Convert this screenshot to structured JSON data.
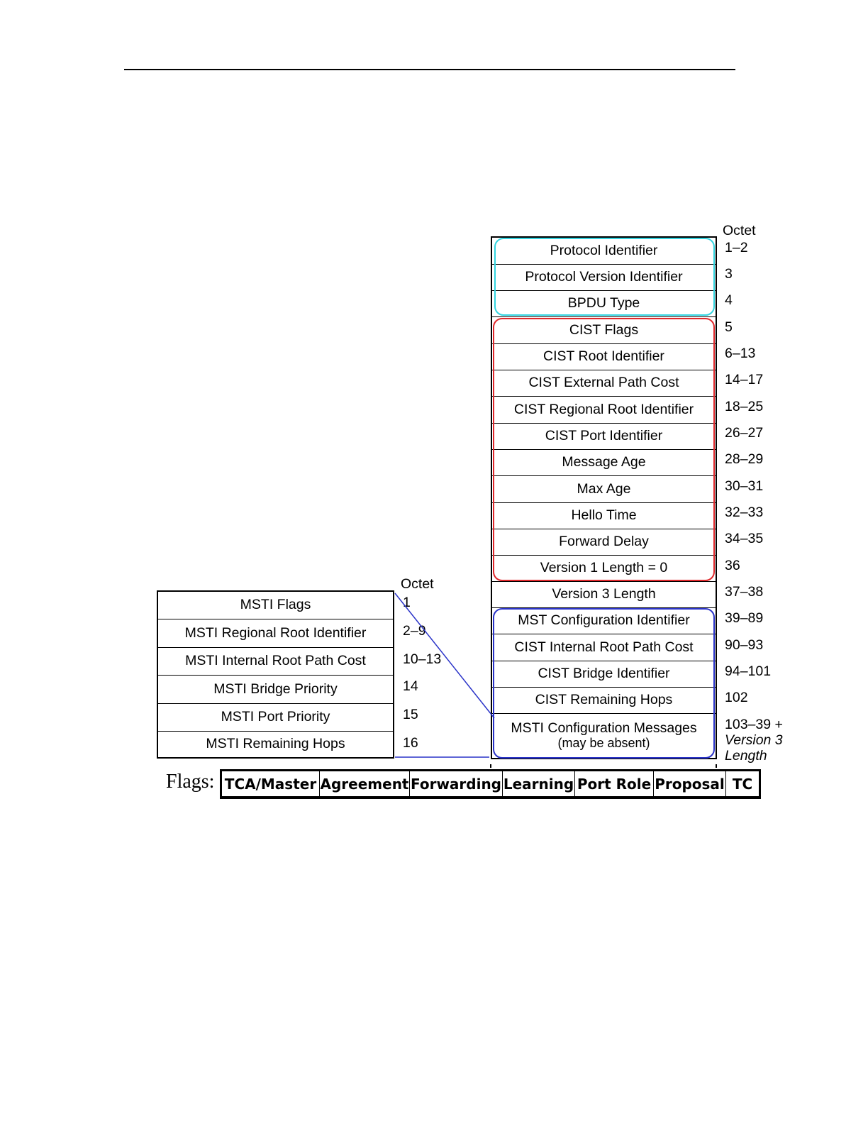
{
  "right_stack": {
    "octet_header": "Octet",
    "fields": [
      {
        "label": "Protocol Identifier",
        "octet": "1–2"
      },
      {
        "label": "Protocol Version Identifier",
        "octet": "3"
      },
      {
        "label": "BPDU Type",
        "octet": "4"
      },
      {
        "label": "CIST Flags",
        "octet": "5"
      },
      {
        "label": "CIST Root Identifier",
        "octet": "6–13"
      },
      {
        "label": "CIST External Path Cost",
        "octet": "14–17"
      },
      {
        "label": "CIST Regional Root Identifier",
        "octet": "18–25"
      },
      {
        "label": "CIST Port Identifier",
        "octet": "26–27"
      },
      {
        "label": "Message Age",
        "octet": "28–29"
      },
      {
        "label": "Max Age",
        "octet": "30–31"
      },
      {
        "label": "Hello Time",
        "octet": "32–33"
      },
      {
        "label": "Forward Delay",
        "octet": "34–35"
      },
      {
        "label": "Version 1 Length = 0",
        "octet": "36"
      },
      {
        "label": "Version 3 Length",
        "octet": "37–38"
      },
      {
        "label": "MST Configuration Identifier",
        "octet": "39–89"
      },
      {
        "label": "CIST Internal Root Path Cost",
        "octet": "90–93"
      },
      {
        "label": "CIST Bridge Identifier",
        "octet": "94–101"
      },
      {
        "label": "CIST Remaining Hops",
        "octet": "102"
      },
      {
        "label": "MSTI Configuration Messages",
        "sublabel": "(may be absent)",
        "octet": "103–39 +",
        "octet_italic_1": "Version 3",
        "octet_italic_2": "Length"
      }
    ]
  },
  "left_stack": {
    "octet_header": "Octet",
    "fields": [
      {
        "label": "MSTI Flags",
        "octet": "1"
      },
      {
        "label": "MSTI Regional Root Identifier",
        "octet": "2–9"
      },
      {
        "label": "MSTI Internal Root Path Cost",
        "octet": "10–13"
      },
      {
        "label": "MSTI Bridge Priority",
        "octet": "14"
      },
      {
        "label": "MSTI Port Priority",
        "octet": "15"
      },
      {
        "label": "MSTI Remaining Hops",
        "octet": "16"
      }
    ]
  },
  "flags": {
    "label": "Flags:",
    "bits": [
      "TCA/Master",
      "Agreement",
      "Forwarding",
      "Learning",
      "Port Role",
      "Proposal",
      "TC"
    ]
  },
  "colors": {
    "group_cyan": "#34d4e0",
    "group_red": "#e0282c",
    "group_blue": "#2a33c8",
    "connector": "#2a33c8"
  }
}
